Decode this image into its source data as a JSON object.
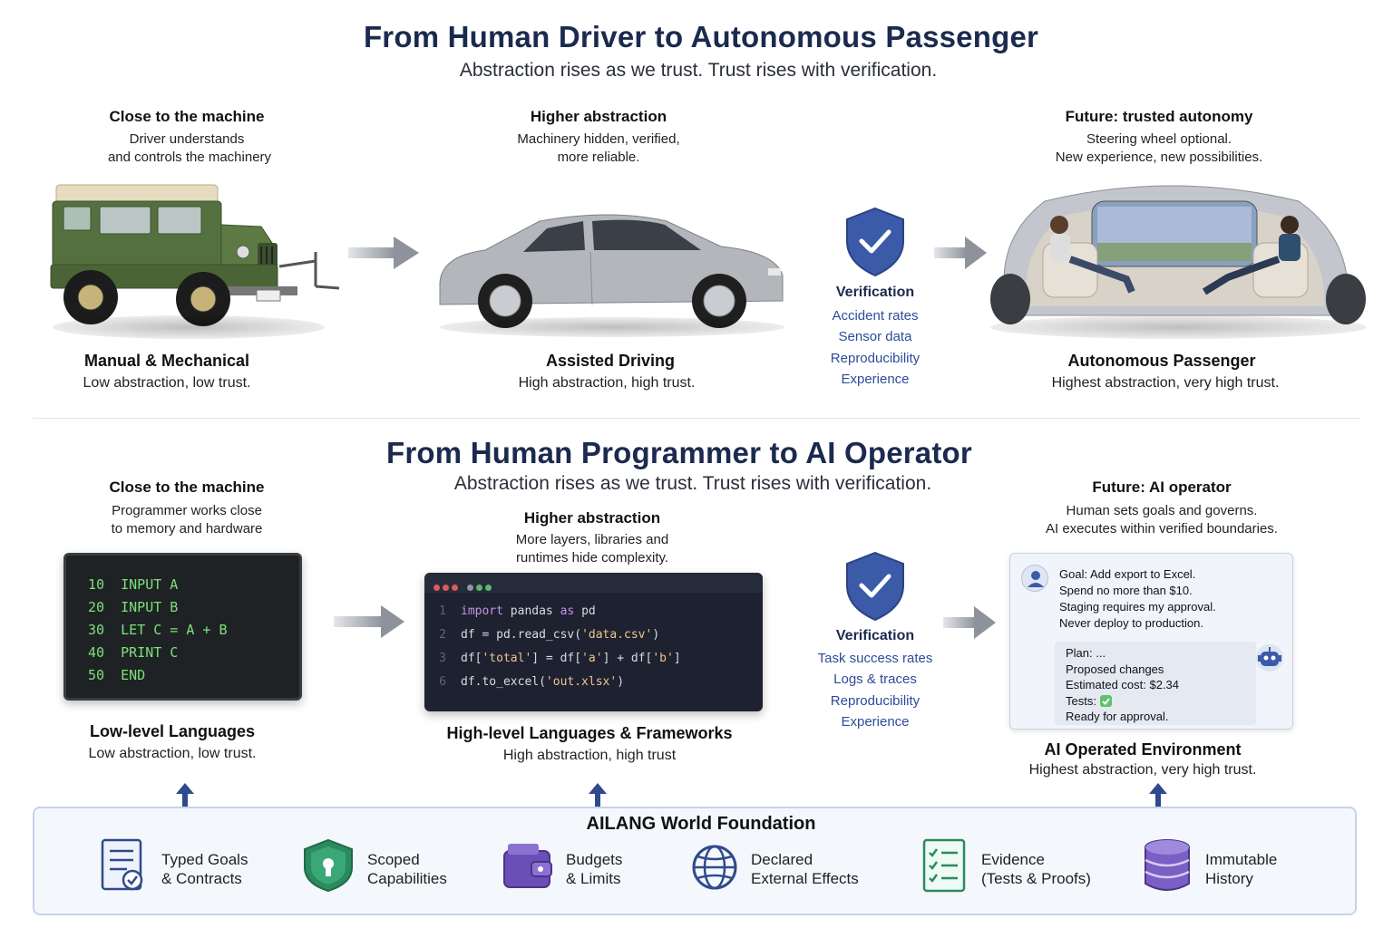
{
  "top": {
    "title": "From Human Driver to Autonomous Passenger",
    "subtitle": "Abstraction rises as we trust. Trust rises with verification.",
    "col1": {
      "heading": "Close to the machine",
      "desc1": "Driver understands",
      "desc2": "and controls the machinery",
      "caption_title": "Manual & Mechanical",
      "caption_desc": "Low abstraction, low trust."
    },
    "col2": {
      "heading": "Higher abstraction",
      "desc1": "Machinery hidden, verified,",
      "desc2": "more reliable.",
      "caption_title": "Assisted Driving",
      "caption_desc": "High abstraction, high trust."
    },
    "verification": {
      "title": "Verification",
      "items": [
        "Accident rates",
        "Sensor data",
        "Reproducibility",
        "Experience"
      ]
    },
    "col3": {
      "heading": "Future: trusted autonomy",
      "desc1": "Steering wheel optional.",
      "desc2": "New experience, new possibilities.",
      "caption_title": "Autonomous Passenger",
      "caption_desc": "Highest abstraction, very high trust."
    }
  },
  "bottom": {
    "title": "From Human Programmer to AI Operator",
    "subtitle": "Abstraction rises as we trust. Trust rises with verification.",
    "col1": {
      "heading": "Close to the machine",
      "desc1": "Programmer works close",
      "desc2": "to memory and hardware",
      "caption_title": "Low-level Languages",
      "caption_desc": "Low abstraction, low trust."
    },
    "basic_code": [
      "10  INPUT A",
      "20  INPUT B",
      "30  LET C = A + B",
      "40  PRINT C",
      "50  END"
    ],
    "col2": {
      "heading": "Higher abstraction",
      "desc1": "More layers, libraries and",
      "desc2": "runtimes hide complexity.",
      "caption_title": "High-level Languages & Frameworks",
      "caption_desc": "High abstraction, high trust"
    },
    "python_code": {
      "line_numbers": [
        "1",
        "2",
        "3",
        "6"
      ],
      "l1_kw1": "import",
      "l1_mid": " pandas ",
      "l1_kw2": "as",
      "l1_end": " pd",
      "l2_a": "df = pd.read_csv(",
      "l2_s": "'data.csv'",
      "l2_b": ")",
      "l3_a": "df[",
      "l3_s1": "'total'",
      "l3_b": "] = df[",
      "l3_s2": "'a'",
      "l3_c": "] + df[",
      "l3_s3": "'b'",
      "l3_d": "]",
      "l4_a": "df.to_excel(",
      "l4_s": "'out.xlsx'",
      "l4_b": ")"
    },
    "verification": {
      "title": "Verification",
      "items": [
        "Task success rates",
        "Logs & traces",
        "Reproducibility",
        "Experience"
      ]
    },
    "col3": {
      "heading": "Future: AI operator",
      "desc1": "Human sets goals and governs.",
      "desc2": "AI executes within verified boundaries.",
      "caption_title": "AI Operated Environment",
      "caption_desc": "Highest abstraction, very high trust."
    },
    "chat": {
      "goal_lines": [
        "Goal: Add export to Excel.",
        "Spend no more than $10.",
        "Staging requires my approval.",
        "Never deploy to production."
      ],
      "plan_lines": [
        "Plan: ...",
        "Proposed changes",
        "Estimated cost: $2.34",
        "Tests:",
        "Ready for approval."
      ]
    }
  },
  "foundation": {
    "title": "AILANG World Foundation",
    "items": [
      {
        "line1": "Typed Goals",
        "line2": "& Contracts",
        "icon": "checklist-document-icon"
      },
      {
        "line1": "Scoped",
        "line2": "Capabilities",
        "icon": "shield-lock-icon"
      },
      {
        "line1": "Budgets",
        "line2": "& Limits",
        "icon": "wallet-icon"
      },
      {
        "line1": "Declared",
        "line2": "External Effects",
        "icon": "globe-icon"
      },
      {
        "line1": "Evidence",
        "line2": "(Tests & Proofs)",
        "icon": "checklist-icon"
      },
      {
        "line1": "Immutable",
        "line2": "History",
        "icon": "database-icon"
      }
    ]
  },
  "colors": {
    "navy": "#1b2a4e",
    "shield": "#3b5aa8",
    "accent_text": "#2c4c9a",
    "terminal_green": "#7be07b",
    "foundation_border": "#c6d2ea"
  }
}
